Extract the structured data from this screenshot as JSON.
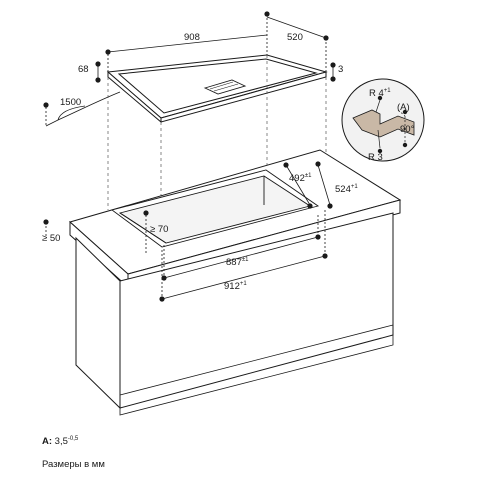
{
  "dimensions": {
    "hob_width": "908",
    "hob_depth": "520",
    "hob_height": "68",
    "hob_edge": "3",
    "cable_length": "1500",
    "clearance_front": "≥ 70",
    "clearance_wall": "≥ 50",
    "cutout_depth": "492",
    "cutout_depth_tol": "±1",
    "recess_depth": "524",
    "recess_depth_tol": "+1",
    "cutout_width": "887",
    "cutout_width_tol": "±1",
    "recess_width": "912",
    "recess_width_tol": "+1"
  },
  "detail": {
    "radius_top": "R 4",
    "radius_top_tol": "+1",
    "label": "(A)",
    "angle": "90°",
    "radius_bottom": "R 3"
  },
  "notes": {
    "a_label": "A:",
    "a_value": "3,5",
    "a_tol": "-0,5",
    "units": "Размеры в мм"
  },
  "colors": {
    "line": "#1a1a1a",
    "dash": "#555555",
    "detail_fill": "#c9b8a6",
    "detail_bg": "#f2f2f2"
  }
}
